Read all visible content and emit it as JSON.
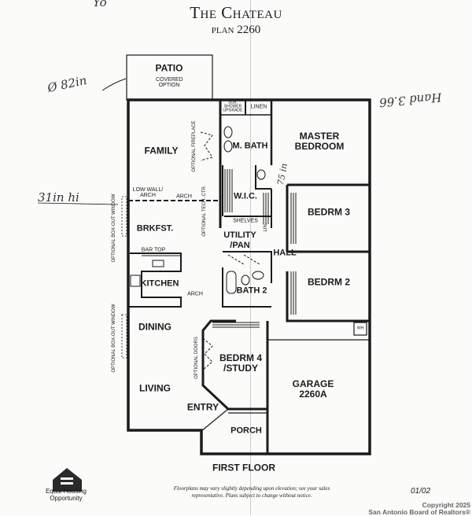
{
  "header": {
    "title": "The Chateau",
    "plan": "plan 2260"
  },
  "rooms": {
    "patio": "PATIO",
    "patio_note": "COVERED OPTION",
    "family": "FAMILY",
    "m_bath": "M. BATH",
    "master": "MASTER BEDROOM",
    "wic": "W.I.C.",
    "bedrm3": "BEDRM 3",
    "brkfst": "BRKFST.",
    "utility": "UTILITY /PAN",
    "hall": "HALL",
    "kitchen": "KITCHEN",
    "bath2": "BATH 2",
    "bedrm2": "BEDRM 2",
    "dining": "DINING",
    "bedrm4": "BEDRM 4 /STUDY",
    "living": "LIVING",
    "entry": "ENTRY",
    "porch": "PORCH",
    "garage": "GARAGE 2260A"
  },
  "small_labels": {
    "sub_shower": "SUB. SHOWER UPGRADE",
    "linen": "LINEN",
    "opt_fireplace": "OPTIONAL FIREPLACE",
    "low_wall": "LOW WALL/ ARCH",
    "arch1": "ARCH",
    "arch2": "ARCH",
    "shelves": "SHELVES",
    "lin": "LIN.",
    "opt_tech": "OPTIONAL TECH. CTR.",
    "box_out1": "OPTIONAL BOX-OUT WINDOW",
    "box_out2": "OPTIONAL BOX-OUT WINDOW",
    "bar_top": "BAR TOP",
    "opt_doors": "OPTIONAL DOORS",
    "wh": "WH"
  },
  "handwritten": {
    "a": "Ø 82in",
    "b": "31in hi",
    "c": "75 in",
    "d": "Hand 3.66",
    "e": "Yo"
  },
  "footer": {
    "floor": "FIRST FLOOR",
    "disclaimer": "Floorplans may vary slightly depending upon elevation; see your sales representative. Plans subject to change without notice.",
    "date": "01/02",
    "eho": "Equal Housing Opportunity",
    "copyright1": "Copyright 2025",
    "copyright2": "San Antonio Board of Realtors®"
  }
}
